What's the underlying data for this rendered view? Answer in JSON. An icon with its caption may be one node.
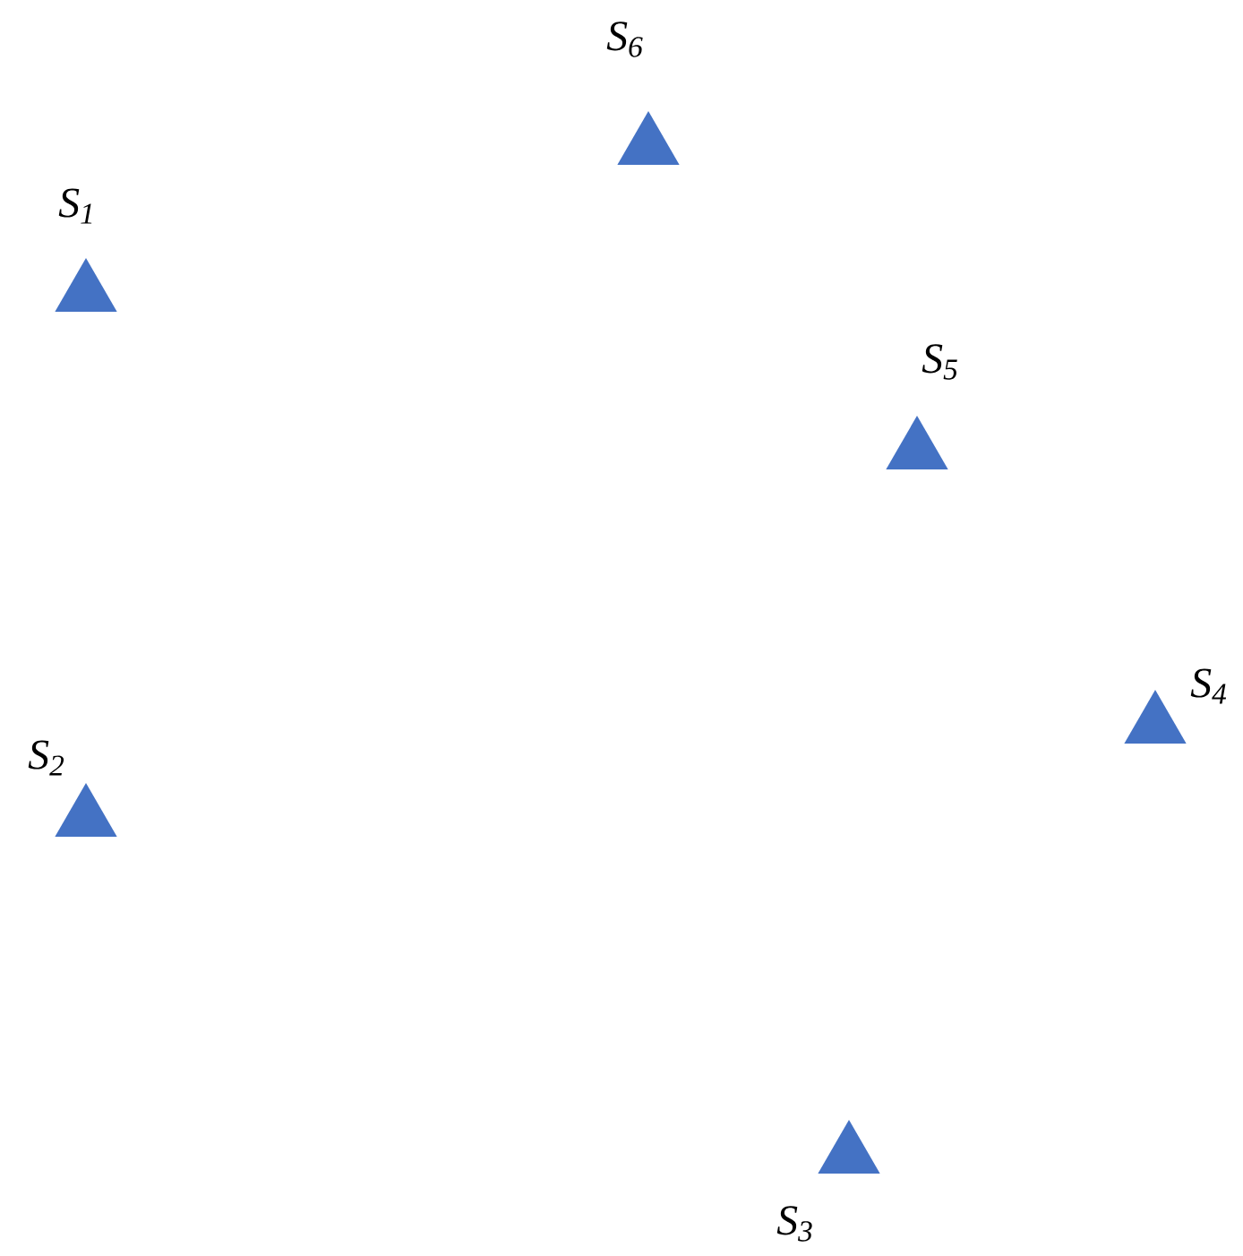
{
  "diagram": {
    "nodes": [
      {
        "text": [],
        "shape": "triangle",
        "beside": [
          "S$_{6}$"
        ]
      },
      {
        "text": [],
        "shape": "triangle",
        "beside": [
          "S$_{1}$"
        ]
      },
      {
        "text": [],
        "shape": "triangle",
        "beside": [
          "S$_{5}$"
        ]
      },
      {
        "text": [],
        "shape": "triangle",
        "beside": [
          "S$_{4}$"
        ]
      },
      {
        "text": [],
        "shape": "triangle",
        "beside": [
          "S$_{2}$"
        ]
      },
      {
        "text": [],
        "shape": "triangle",
        "beside": [
          "S$_{3}$"
        ]
      }
    ]
  }
}
